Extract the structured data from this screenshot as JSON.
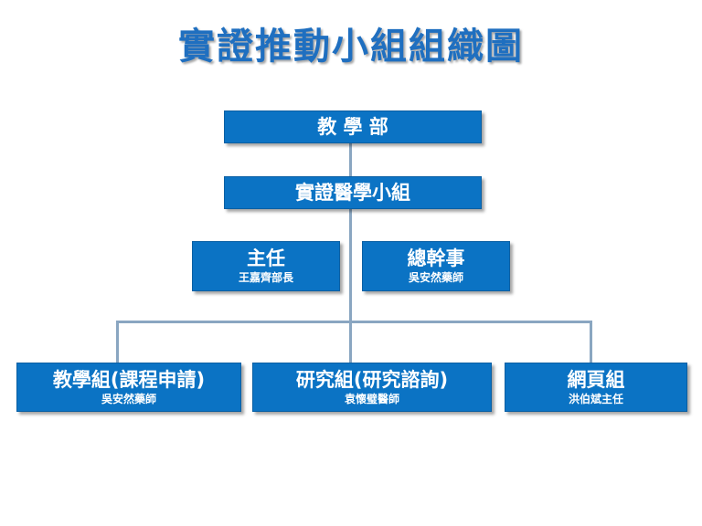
{
  "title": "實證推動小組組織圖",
  "nodes": {
    "dept": {
      "label": "教 學 部"
    },
    "group": {
      "label": "實證醫學小組"
    },
    "director": {
      "label": "主任",
      "person": "王嘉齊部長"
    },
    "secretary": {
      "label": "總幹事",
      "person": "吳安然藥師"
    },
    "teaching": {
      "label": "教學組(課程申請)",
      "person": "吳安然藥師"
    },
    "research": {
      "label": "研究組(研究諮詢)",
      "person": "袁懷璧醫師"
    },
    "web": {
      "label": "網頁組",
      "person": "洪伯斌主任"
    }
  },
  "colors": {
    "box_fill": "#0b73c4",
    "box_text": "#ffffff",
    "title_text": "#1f6fc0",
    "connector": "#8aa6c1"
  }
}
